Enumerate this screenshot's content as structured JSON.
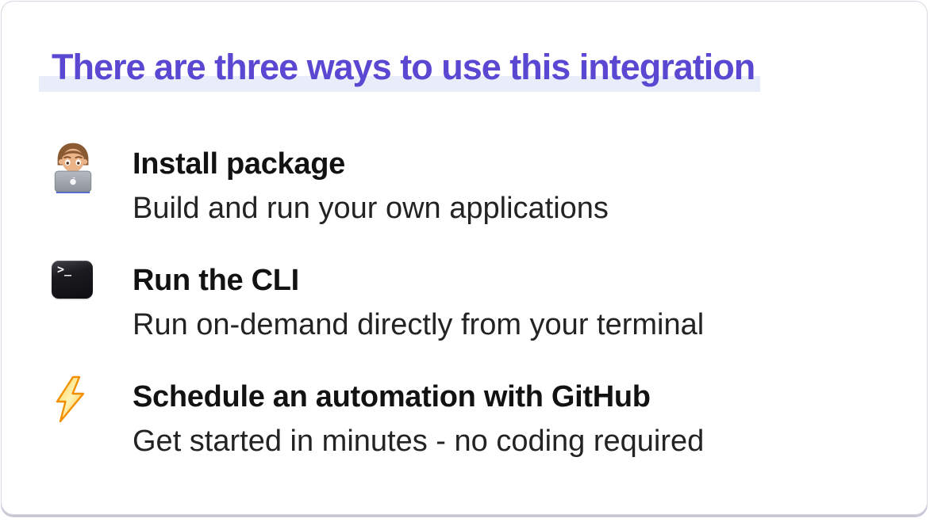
{
  "card": {
    "heading": {
      "text": "There are three ways to use this integration",
      "text_color": "#5a48d3",
      "highlight_color": "#e8edf9"
    },
    "items": [
      {
        "icon": "technologist-emoji",
        "title": "Install package",
        "subtitle": "Build and run your own applications"
      },
      {
        "icon": "terminal-emoji",
        "glyph": ">_",
        "title": "Run the CLI",
        "subtitle": "Run on-demand directly from your terminal"
      },
      {
        "icon": "lightning-bolt-emoji",
        "title": "Schedule an automation with GitHub",
        "subtitle": "Get started in minutes - no coding required"
      }
    ]
  }
}
